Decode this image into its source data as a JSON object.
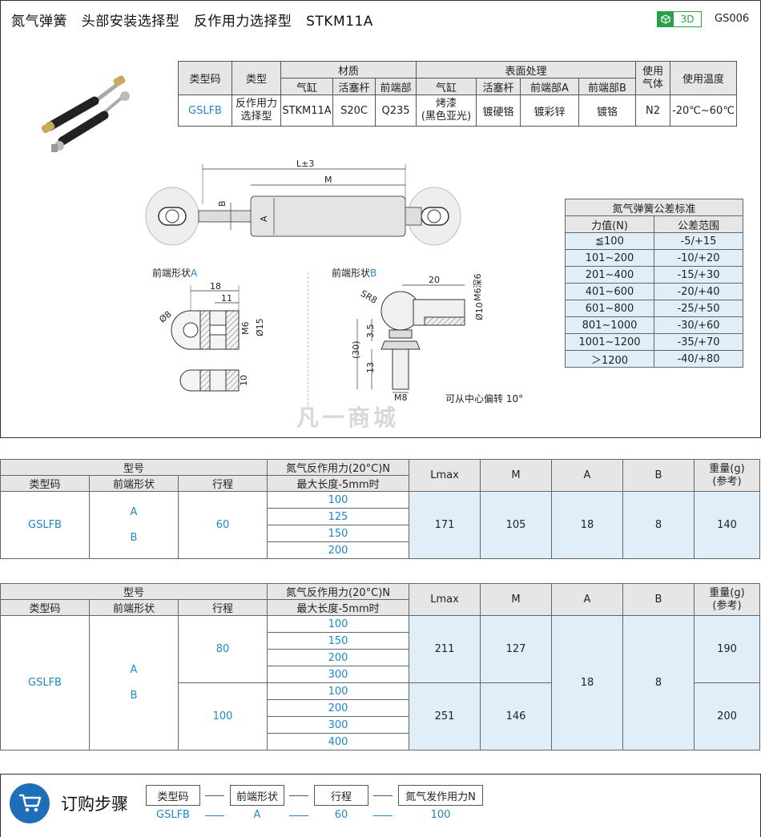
{
  "header": {
    "title": "氮气弹簧   头部安装选择型   反作用力选择型   STKM11A",
    "badge_3d": "3D",
    "part_code": "GS006"
  },
  "spec_table": {
    "h_type_code": "类型码",
    "h_type": "类型",
    "h_material": "材质",
    "h_surface": "表面处理",
    "h_gas": "使用\n气体",
    "h_temp": "使用温度",
    "sub_material": [
      "气缸",
      "活塞杆",
      "前端部"
    ],
    "sub_surface": [
      "气缸",
      "活塞杆",
      "前端部A",
      "前端部B"
    ],
    "row": {
      "type_code": "GSLFB",
      "type": "反作用力\n选择型",
      "materials": [
        "STKM11A",
        "S20C",
        "Q235"
      ],
      "surfaces": [
        "烤漆\n(黑色亚光)",
        "镀硬铬",
        "镀彩锌",
        "镀铬"
      ],
      "gas": "N2",
      "temp": "-20℃~60℃"
    }
  },
  "tolerance": {
    "title": "氮气弹簧公差标准",
    "col_force": "力值(N)",
    "col_range": "公差范围",
    "rows": [
      [
        "≦100",
        "-5/+15"
      ],
      [
        "101~200",
        "-10/+20"
      ],
      [
        "201~400",
        "-15/+30"
      ],
      [
        "401~600",
        "-20/+40"
      ],
      [
        "601~800",
        "-25/+50"
      ],
      [
        "801~1000",
        "-30/+60"
      ],
      [
        "1001~1200",
        "-35/+70"
      ],
      [
        "＞1200",
        "-40/+80"
      ]
    ]
  },
  "drawing": {
    "dim_l": "L±3",
    "dim_m": "M",
    "dim_b": "B",
    "dim_a": "A",
    "shape_a_label": "前端形状",
    "shape_a_letter": "A",
    "shape_b_label": "前端形状",
    "shape_b_letter": "B",
    "a_dims": [
      "18",
      "11",
      "Ø8",
      "M6",
      "Ø15",
      "10"
    ],
    "b_dims": [
      "20",
      "M6深6",
      "SR8",
      "Ø10",
      "3.5",
      "(30)",
      "13",
      "M8"
    ],
    "b_note": "可从中心偏转 10°",
    "watermark": "凡一商城"
  },
  "table_common": {
    "h_model": "型号",
    "h_force": "氮气反作用力(20°C)N",
    "h_force_sub": "最大长度-5mm时",
    "h_type_code": "类型码",
    "h_front": "前端形状",
    "h_stroke": "行程",
    "h_lmax": "Lmax",
    "h_m": "M",
    "h_a": "A",
    "h_b": "B",
    "h_weight": "重量(g)\n(参考)"
  },
  "table1": {
    "type_code": "GSLFB",
    "front": [
      "A",
      "B"
    ],
    "stroke": "60",
    "forces": [
      "100",
      "125",
      "150",
      "200"
    ],
    "lmax": "171",
    "m": "105",
    "a": "18",
    "b": "8",
    "weight": "140"
  },
  "table2": {
    "type_code": "GSLFB",
    "front": [
      "A",
      "B"
    ],
    "a": "18",
    "b": "8",
    "groups": [
      {
        "stroke": "80",
        "forces": [
          "100",
          "150",
          "200",
          "300"
        ],
        "lmax": "211",
        "m": "127",
        "weight": "190"
      },
      {
        "stroke": "100",
        "forces": [
          "100",
          "200",
          "300",
          "400"
        ],
        "lmax": "251",
        "m": "146",
        "weight": "200"
      }
    ]
  },
  "order": {
    "title": "订购步骤",
    "steps": [
      "类型码",
      "前端形状",
      "行程",
      "氮气发作用力N"
    ],
    "values": [
      "GSLFB",
      "A",
      "60",
      "100"
    ]
  },
  "colors": {
    "accent_blue": "#1f87c4",
    "green": "#2aa148",
    "header_gray": "#e6e6e6",
    "cell_blue": "#dfeef8"
  }
}
